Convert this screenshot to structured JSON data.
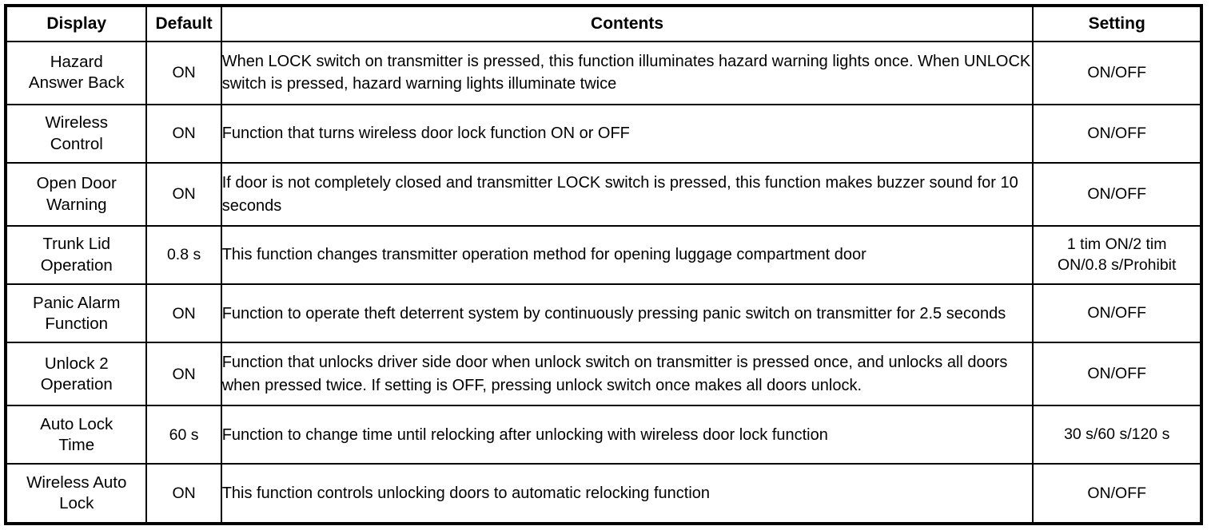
{
  "table": {
    "columns": [
      {
        "key": "display",
        "label": "Display"
      },
      {
        "key": "default",
        "label": "Default"
      },
      {
        "key": "contents",
        "label": "Contents"
      },
      {
        "key": "setting",
        "label": "Setting"
      }
    ],
    "rows": [
      {
        "display_line1": "Hazard",
        "display_line2": "Answer Back",
        "default": "ON",
        "contents": "When LOCK switch on transmitter is pressed, this function illuminates hazard warning lights once. When UNLOCK switch is pressed, hazard warning lights illuminate twice",
        "setting_line1": "ON/OFF",
        "setting_line2": ""
      },
      {
        "display_line1": "Wireless",
        "display_line2": "Control",
        "default": "ON",
        "contents": "Function that turns wireless door lock function ON or OFF",
        "setting_line1": "ON/OFF",
        "setting_line2": ""
      },
      {
        "display_line1": "Open Door",
        "display_line2": "Warning",
        "default": "ON",
        "contents": "If door is not completely closed and transmitter LOCK switch is pressed, this function makes buzzer sound for 10 seconds",
        "setting_line1": "ON/OFF",
        "setting_line2": ""
      },
      {
        "display_line1": "Trunk Lid",
        "display_line2": "Operation",
        "default": "0.8 s",
        "contents": "This function changes transmitter operation method for opening luggage compartment door",
        "setting_line1": "1 tim ON/2 tim",
        "setting_line2": "ON/0.8 s/Prohibit"
      },
      {
        "display_line1": "Panic Alarm",
        "display_line2": "Function",
        "default": "ON",
        "contents": "Function to operate theft deterrent system by continuously pressing panic switch on transmitter for 2.5 seconds",
        "setting_line1": "ON/OFF",
        "setting_line2": ""
      },
      {
        "display_line1": "Unlock 2",
        "display_line2": "Operation",
        "default": "ON",
        "contents": "Function that unlocks driver side door when unlock switch on transmitter is pressed once, and unlocks all doors when pressed twice. If setting is OFF, pressing unlock switch once makes all doors unlock.",
        "setting_line1": "ON/OFF",
        "setting_line2": ""
      },
      {
        "display_line1": "Auto Lock",
        "display_line2": "Time",
        "default": "60 s",
        "contents": "Function to change time until relocking after unlocking with wireless door lock function",
        "setting_line1": "30 s/60 s/120 s",
        "setting_line2": ""
      },
      {
        "display_line1": "Wireless Auto",
        "display_line2": "Lock",
        "default": "ON",
        "contents": "This function controls unlocking doors to automatic relocking function",
        "setting_line1": "ON/OFF",
        "setting_line2": ""
      }
    ]
  },
  "colors": {
    "border": "#000000",
    "text": "#000000",
    "background": "#ffffff"
  }
}
